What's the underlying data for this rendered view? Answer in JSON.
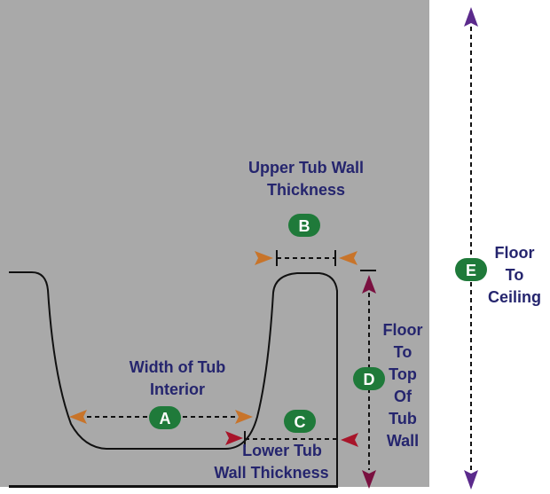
{
  "labels": {
    "upper_wall_line1": "Upper Tub Wall",
    "upper_wall_line2": "Thickness",
    "width_line1": "Width of Tub",
    "width_line2": "Interior",
    "lower_wall_line1": "Lower Tub",
    "lower_wall_line2": "Wall Thickness",
    "floor_top_line1": "Floor",
    "floor_top_line2": "To",
    "floor_top_line3": "Top",
    "floor_top_line4": "Of",
    "floor_top_line5": "Tub",
    "floor_top_line6": "Wall",
    "floor_ceiling_line1": "Floor",
    "floor_ceiling_line2": "To",
    "floor_ceiling_line3": "Ceiling"
  },
  "badges": {
    "a": "A",
    "b": "B",
    "c": "C",
    "d": "D",
    "e": "E"
  },
  "colors": {
    "wall_background": "#a9a9a9",
    "ceiling_panel": "#ffffff",
    "label_text": "#25256e",
    "badge_fill": "#1f7a3a",
    "arrow_orange": "#c8742a",
    "arrow_red": "#a8152a",
    "arrow_maroon": "#7a1040",
    "arrow_purple": "#5b2a8c",
    "outline": "#111111"
  }
}
